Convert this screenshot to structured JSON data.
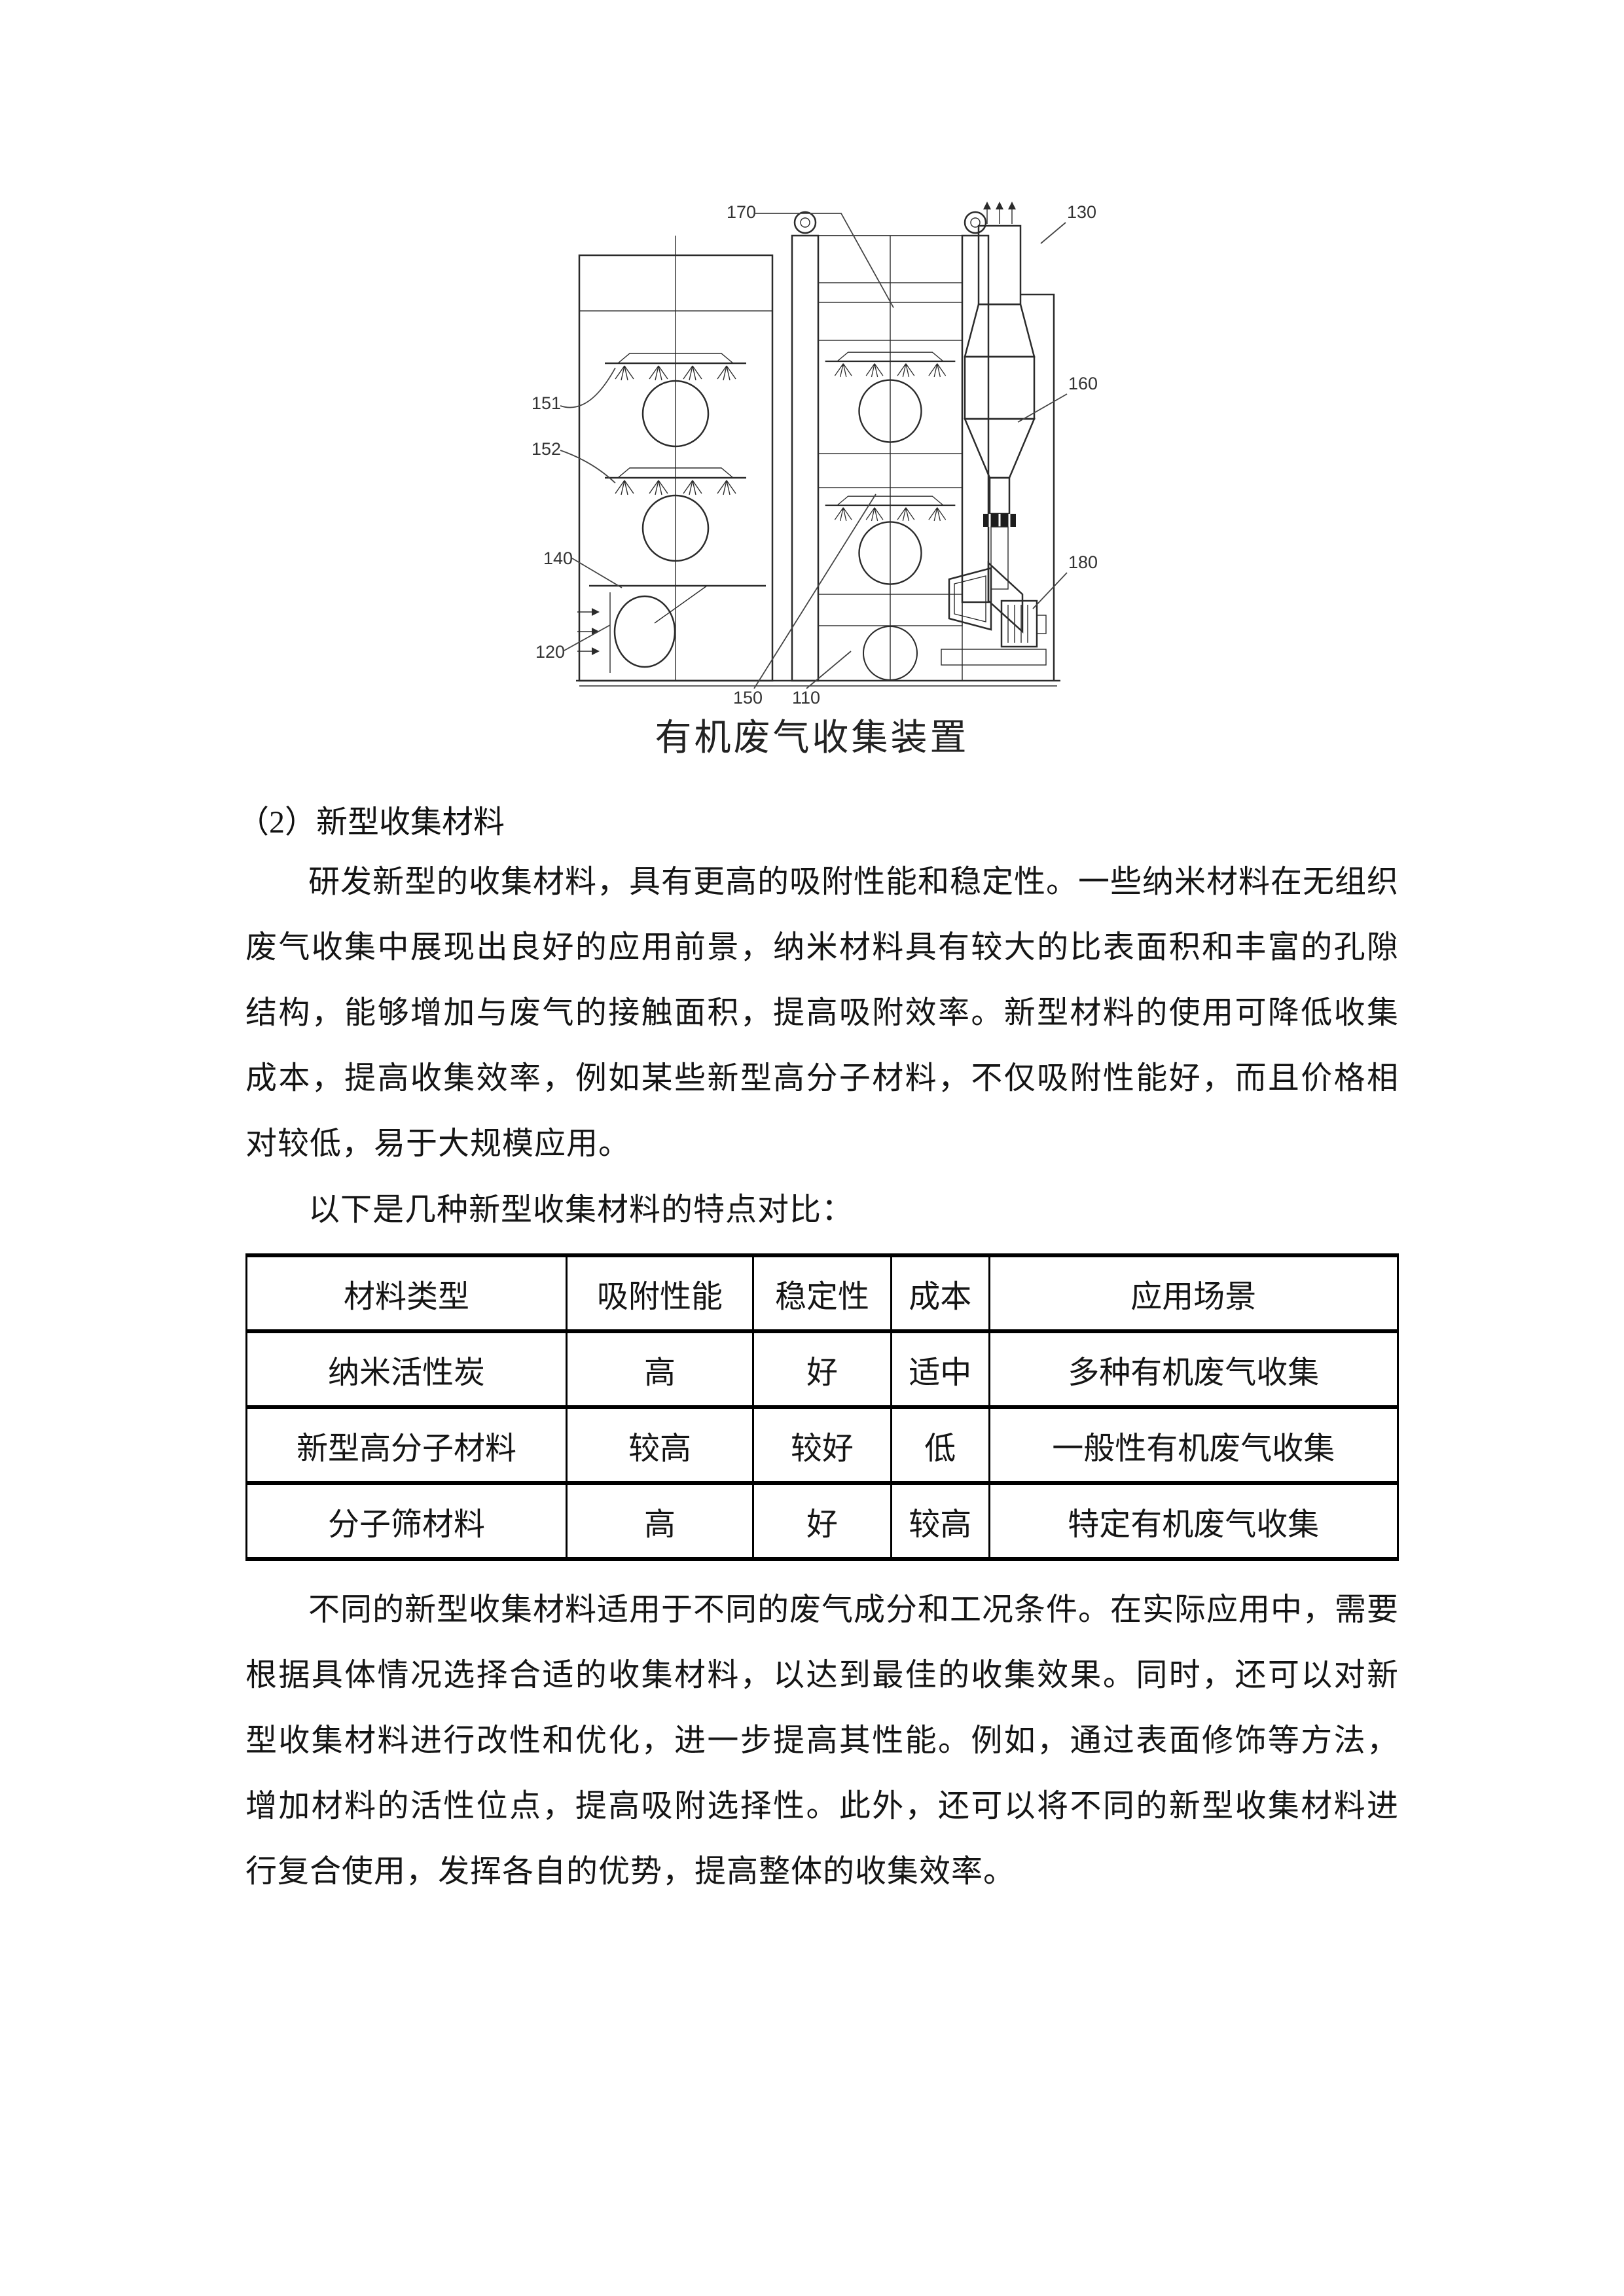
{
  "figure": {
    "caption": "有机废气收集装置",
    "labels": {
      "n110": "110",
      "n120": "120",
      "n130": "130",
      "n140": "140",
      "n150": "150",
      "n151": "151",
      "n152": "152",
      "n160": "160",
      "n170": "170",
      "n180": "180"
    }
  },
  "section": {
    "heading": "（2）新型收集材料"
  },
  "body": {
    "p1": "研发新型的收集材料，具有更高的吸附性能和稳定性。一些纳米材料在无组织废气收集中展现出良好的应用前景，纳米材料具有较大的比表面积和丰富的孔隙结构，能够增加与废气的接触面积，提高吸附效率。新型材料的使用可降低收集成本，提高收集效率，例如某些新型高分子材料，不仅吸附性能好，而且价格相对较低，易于大规模应用。",
    "table_intro": "以下是几种新型收集材料的特点对比：",
    "p2": "不同的新型收集材料适用于不同的废气成分和工况条件。在实际应用中，需要根据具体情况选择合适的收集材料，以达到最佳的收集效果。同时，还可以对新型收集材料进行改性和优化，进一步提高其性能。例如，通过表面修饰等方法，增加材料的活性位点，提高吸附选择性。此外，还可以将不同的新型收集材料进行复合使用，发挥各自的优势，提高整体的收集效率。"
  },
  "table": {
    "headers": [
      "材料类型",
      "吸附性能",
      "稳定性",
      "成本",
      "应用场景"
    ],
    "rows": [
      [
        "纳米活性炭",
        "高",
        "好",
        "适中",
        "多种有机废气收集"
      ],
      [
        "新型高分子材料",
        "较高",
        "较好",
        "低",
        "一般性有机废气收集"
      ],
      [
        "分子筛材料",
        "高",
        "好",
        "较高",
        "特定有机废气收集"
      ]
    ]
  }
}
